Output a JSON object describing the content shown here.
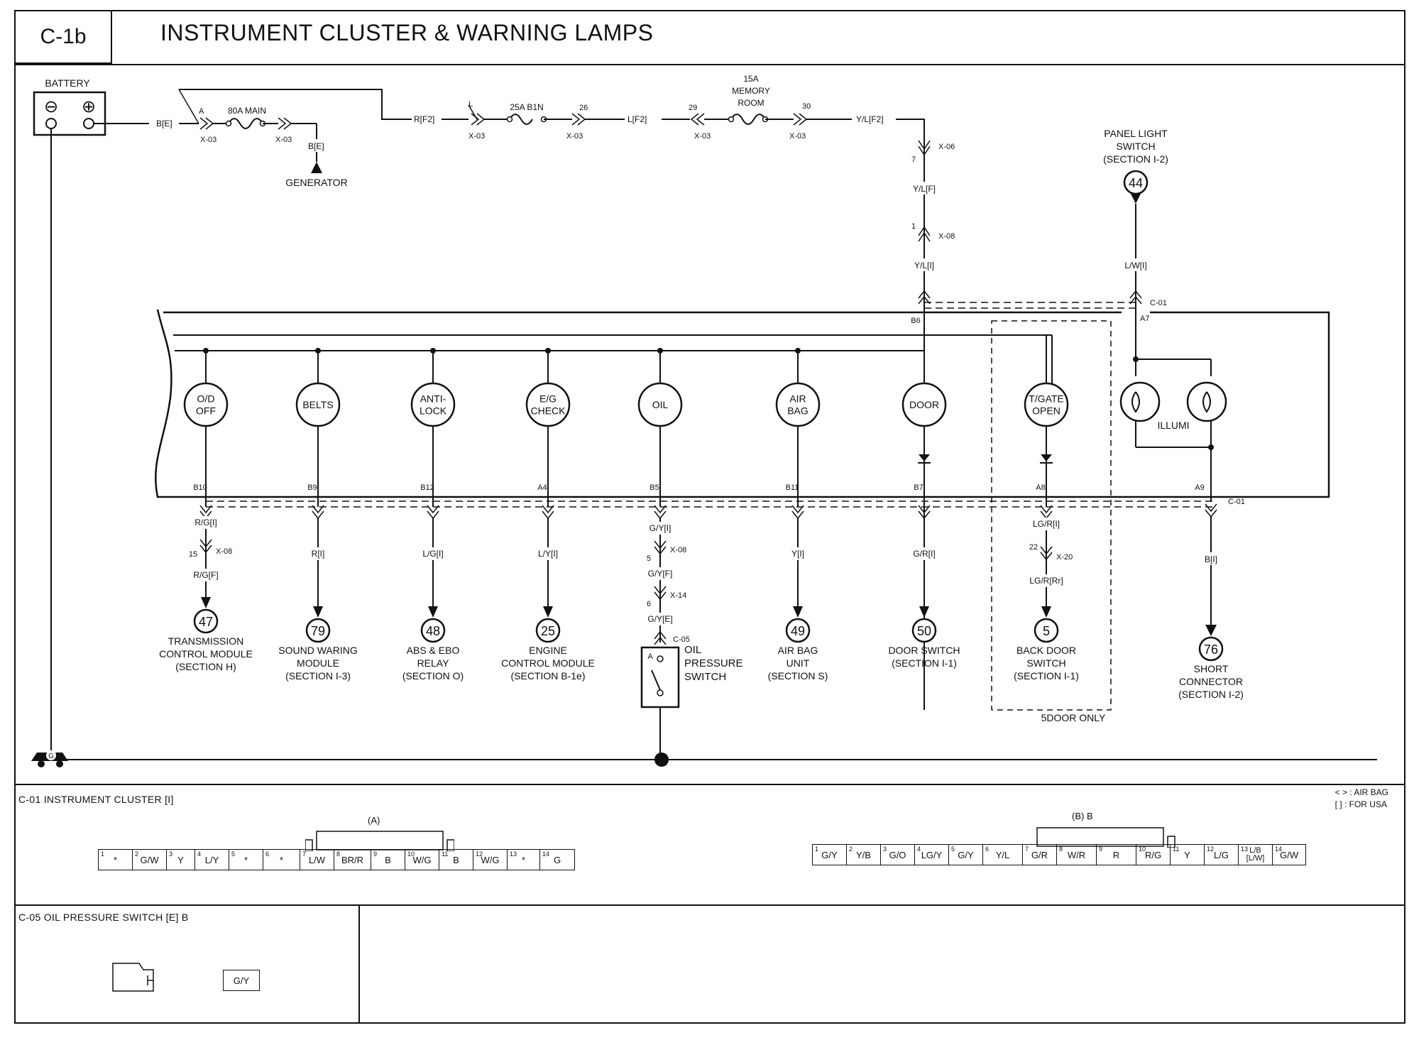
{
  "header": {
    "code": "C-1b",
    "title": "INSTRUMENT CLUSTER & WARNING LAMPS"
  },
  "battery": {
    "label": "BATTERY",
    "neg": "⊖",
    "pos": "⊕",
    "wire": "B[E]"
  },
  "fuses": [
    {
      "name": "80A MAIN",
      "in_pin": "A",
      "in_conn": "X-03",
      "out_conn": "X-03",
      "wire_out": "R[F2]"
    },
    {
      "name": "25A B1N",
      "in_pin": "L",
      "in_conn": "X-03",
      "out_pin": "26",
      "out_conn": "X-03",
      "wire_out": "L[F2]"
    },
    {
      "name_lines": [
        "15A",
        "MEMORY",
        "ROOM"
      ],
      "in_pin": "29",
      "in_conn": "X-03",
      "out_pin": "30",
      "out_conn": "X-03",
      "wire_out": "Y/L[F2]"
    }
  ],
  "generator": {
    "wire": "B[E]",
    "label": "GENERATOR"
  },
  "feed": {
    "c1": {
      "pin": "7",
      "conn": "X-06"
    },
    "w1": "Y/L[F]",
    "c2": {
      "pin": "1",
      "conn": "X-08"
    },
    "w2": "Y/L[I]",
    "cluster_pin": "B6"
  },
  "panel_light": {
    "lines": [
      "PANEL LIGHT",
      "SWITCH",
      "(SECTION I-2)"
    ],
    "ref": "44",
    "wire": "L/W[I]",
    "conn": "C-01",
    "pin": "A7",
    "lamp_label": "ILLUMI"
  },
  "lamps": [
    {
      "lines": [
        "O/D",
        "OFF"
      ],
      "pin": "B10",
      "wire1": "R/G[I]",
      "inline": {
        "pin": "15",
        "conn": "X-08"
      },
      "wire2": "R/G[F]",
      "ref": "47",
      "dest": [
        "TRANSMISSION",
        "CONTROL MODULE",
        "(SECTION H)"
      ]
    },
    {
      "lines": [
        "BELTS"
      ],
      "pin": "B9",
      "wire1": "R[I]",
      "ref": "79",
      "dest": [
        "SOUND WARING",
        "MODULE",
        "(SECTION I-3)"
      ]
    },
    {
      "lines": [
        "ANTI-",
        "LOCK"
      ],
      "pin": "B12",
      "wire1": "L/G[I]",
      "ref": "48",
      "dest": [
        "ABS & EBO",
        "RELAY",
        "(SECTION O)"
      ]
    },
    {
      "lines": [
        "E/G",
        "CHECK"
      ],
      "pin": "A4",
      "wire1": "L/Y[I]",
      "ref": "25",
      "dest": [
        "ENGINE",
        "CONTROL MODULE",
        "(SECTION B-1e)"
      ]
    },
    {
      "lines": [
        "OIL"
      ],
      "pin": "B5",
      "wire1": "G/Y[I]",
      "inline": {
        "pin": "5",
        "conn": "X-08"
      },
      "wire2": "G/Y[F]",
      "inline2": {
        "pin": "6",
        "conn": "X-14"
      },
      "wire3": "G/Y[E]",
      "switch_conn": "C-05",
      "switch_pin": "A",
      "dest": [
        "OIL",
        "PRESSURE",
        "SWITCH"
      ]
    },
    {
      "lines": [
        "AIR",
        "BAG"
      ],
      "pin": "B11",
      "wire1": "Y[I]",
      "ref": "49",
      "dest": [
        "AIR BAG",
        "UNIT",
        "(SECTION S)"
      ]
    },
    {
      "lines": [
        "DOOR"
      ],
      "pin": "B7",
      "wire1": "G/R[I]",
      "ref": "50",
      "dest": [
        "DOOR SWITCH",
        "(SECTION I-1)"
      ]
    },
    {
      "lines": [
        "T/GATE",
        "OPEN"
      ],
      "pin": "A8",
      "wire1": "LG/R[I]",
      "inline": {
        "pin": "22",
        "conn": "X-20"
      },
      "wire2": "LG/R[Rr]",
      "ref": "5",
      "dest": [
        "BACK DOOR",
        "SWITCH",
        "(SECTION I-1)"
      ]
    }
  ],
  "short": {
    "pin": "A9",
    "conn": "C-01",
    "wire": "B[I]",
    "ref": "76",
    "dest": [
      "SHORT",
      "CONNECTOR",
      "(SECTION I-2)"
    ]
  },
  "five_door": "5DOOR ONLY",
  "ground": {
    "label": "G"
  },
  "c01": {
    "title": "C-01 INSTRUMENT CLUSTER [I]",
    "legend": [
      "< > : AIR BAG",
      "[ ] : FOR USA"
    ],
    "a_label": "(A)",
    "a_pins": [
      [
        "1",
        "*"
      ],
      [
        "2",
        "G/W"
      ],
      [
        "3",
        "Y"
      ],
      [
        "4",
        "L/Y"
      ],
      [
        "5",
        "*"
      ],
      [
        "6",
        "*"
      ],
      [
        "7",
        "L/W"
      ],
      [
        "8",
        "BR/R"
      ],
      [
        "9",
        "B"
      ],
      [
        "10",
        "W/G"
      ],
      [
        "11",
        "B"
      ],
      [
        "12",
        "W/G"
      ],
      [
        "13",
        "*"
      ],
      [
        "14",
        "G"
      ]
    ],
    "b_label": "(B) B",
    "b_pins": [
      [
        "1",
        "G/Y"
      ],
      [
        "2",
        "Y/B"
      ],
      [
        "3",
        "G/O"
      ],
      [
        "4",
        "LG/Y"
      ],
      [
        "5",
        "G/Y"
      ],
      [
        "6",
        "Y/L"
      ],
      [
        "7",
        "G/R"
      ],
      [
        "8",
        "W/R"
      ],
      [
        "9",
        "R"
      ],
      [
        "10",
        "R/G"
      ],
      [
        "11",
        "Y"
      ],
      [
        "12",
        "L/G"
      ],
      [
        "13",
        "L/B [L/W]"
      ],
      [
        "14",
        "G/W"
      ]
    ]
  },
  "c05": {
    "title": "C-05 OIL PRESSURE SWITCH [E] B",
    "pin_value": "G/Y"
  }
}
